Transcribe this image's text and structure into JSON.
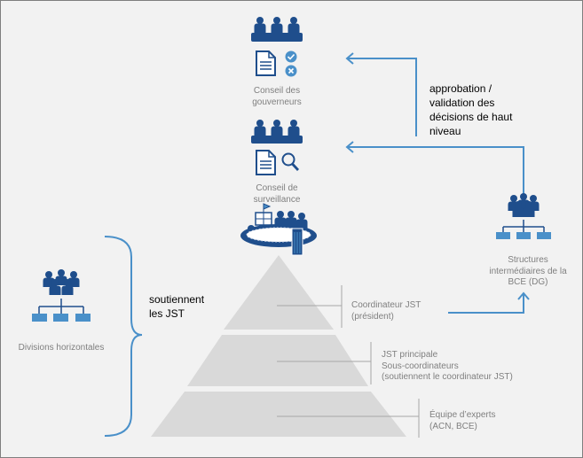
{
  "colors": {
    "background": "#f2f2f2",
    "icon_blue": "#1f4e8c",
    "arrow_blue": "#4a90c9",
    "pyramid_gray": "#d9d9d9",
    "line_gray": "#a6a6a6",
    "text_gray": "#7f7f7f"
  },
  "icons": [
    "people-group-icon",
    "document-check-icon",
    "document-search-icon",
    "meeting-table-icon",
    "org-chart-people-icon"
  ],
  "governing_council": {
    "line1": "Conseil des",
    "line2": "gouverneurs"
  },
  "supervisory_board": {
    "line1": "Conseil de",
    "line2": "surveillance"
  },
  "approval_note": {
    "line1": "approbation /",
    "line2": "validation des",
    "line3": "décisions de haut",
    "line4": "niveau"
  },
  "ecb_structures": {
    "line1": "Structures",
    "line2": "intermédiaires de la",
    "line3": "BCE  (DG)"
  },
  "horizontal_divisions": {
    "label": "Divisions horizontales"
  },
  "support_note": {
    "line1": "soutiennent",
    "line2": "les JST"
  },
  "pyramid": {
    "tier1": {
      "line1": "Coordinateur JST",
      "line2": "(président)"
    },
    "tier2": {
      "line1": "JST principale",
      "line2": "Sous-coordinateurs",
      "line3": "(soutiennent le coordinateur JST)"
    },
    "tier3": {
      "line1": "Équipe d’experts",
      "line2": "(ACN, BCE)"
    }
  }
}
